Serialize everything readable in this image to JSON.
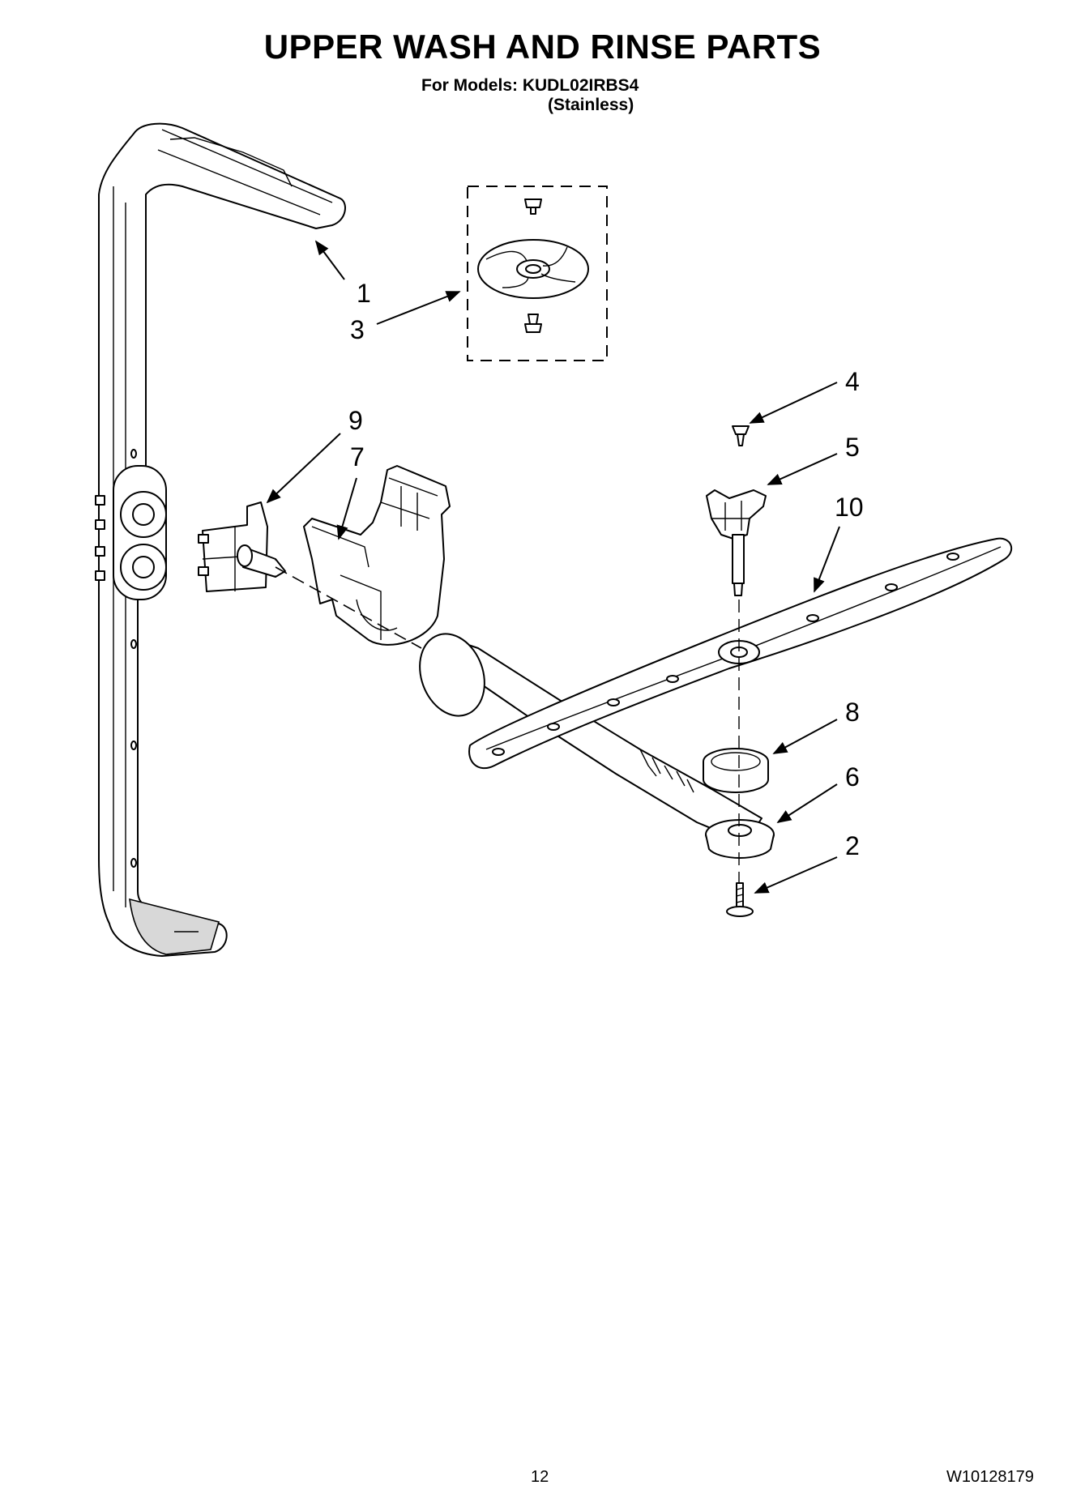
{
  "header": {
    "title": "UPPER WASH AND RINSE PARTS",
    "models_line": "For Models: KUDL02IRBS4",
    "variant": "(Stainless)"
  },
  "callouts": [
    {
      "id": "c1",
      "label": "1"
    },
    {
      "id": "c3",
      "label": "3"
    },
    {
      "id": "c4",
      "label": "4"
    },
    {
      "id": "c5",
      "label": "5"
    },
    {
      "id": "c9",
      "label": "9"
    },
    {
      "id": "c7",
      "label": "7"
    },
    {
      "id": "c10",
      "label": "10"
    },
    {
      "id": "c8",
      "label": "8"
    },
    {
      "id": "c6",
      "label": "6"
    },
    {
      "id": "c2",
      "label": "2"
    }
  ],
  "footer": {
    "page_number": "12",
    "document_number": "W10128179"
  }
}
